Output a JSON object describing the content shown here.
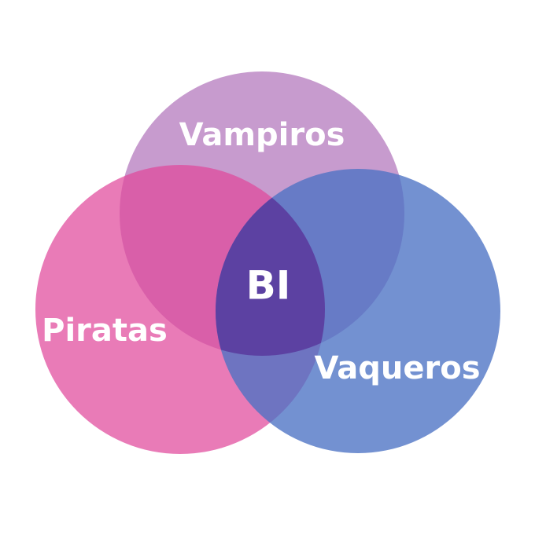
{
  "diagram": {
    "type": "venn",
    "sets": [
      {
        "label": "Vampiros",
        "color": "#B77FC0"
      },
      {
        "label": "Piratas",
        "color": "#E0489B"
      },
      {
        "label": "Vaqueros",
        "color": "#4C72C4"
      }
    ],
    "intersection_label": "BI",
    "intersection_color": "#5A3A9E"
  }
}
